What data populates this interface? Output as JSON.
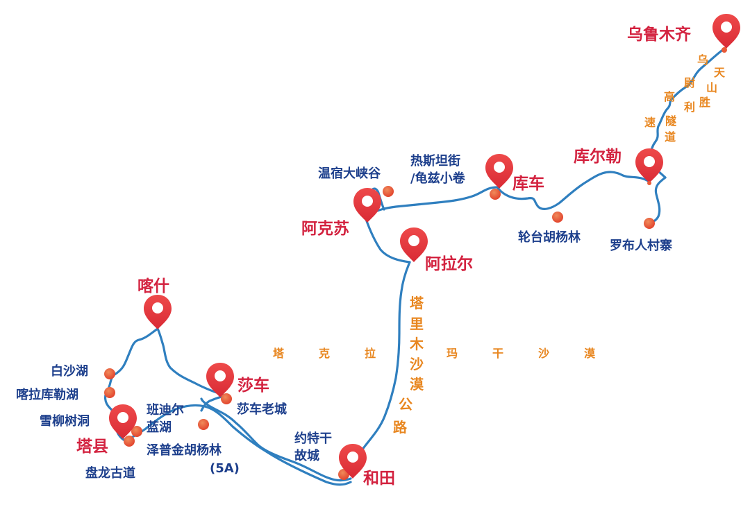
{
  "colors": {
    "route": "#2f7fbf",
    "city_text": "#d3223f",
    "spot_text": "#1d3f8c",
    "road_text": "#e8861f",
    "pin": "#e5343f",
    "dot": "#e95a38"
  },
  "icons": {
    "pin": "map-pin-icon",
    "dot": "attraction-dot-icon"
  },
  "cities": {
    "urumqi": "乌鲁木齐",
    "korla": "库尔勒",
    "kuqa": "库车",
    "aksu": "阿克苏",
    "alar": "阿拉尔",
    "kashgar": "喀什",
    "shache": "莎车",
    "taxian": "塔县",
    "hotan": "和田"
  },
  "spots": {
    "wensu": "温宿大峡谷",
    "resi_1": "热斯坦街",
    "resi_2": "/龟兹小卷",
    "luntai": "轮台胡杨林",
    "luobu": "罗布人村寨",
    "baisha": "白沙湖",
    "kala": "喀拉库勒湖",
    "xueliu": "雪柳树洞",
    "bandier_1": "班迪尔",
    "bandier_2": "蓝湖",
    "zepu_1": "泽普金胡杨林",
    "zepu_2": "(5A)",
    "panlong": "盘龙古道",
    "shache_old": "莎车老城",
    "yuetegan_1": "约特干",
    "yuetegan_2": "故城"
  },
  "roads": {
    "tianshan": [
      "乌",
      "天",
      "尉",
      "山",
      "高",
      "利",
      "胜",
      "速",
      "隧",
      "道"
    ],
    "desert_highway": [
      "塔",
      "里",
      "木",
      "沙",
      "漠",
      "公",
      "路"
    ],
    "desert": [
      "塔",
      "克",
      "拉",
      "玛",
      "干",
      "沙",
      "漠"
    ]
  }
}
